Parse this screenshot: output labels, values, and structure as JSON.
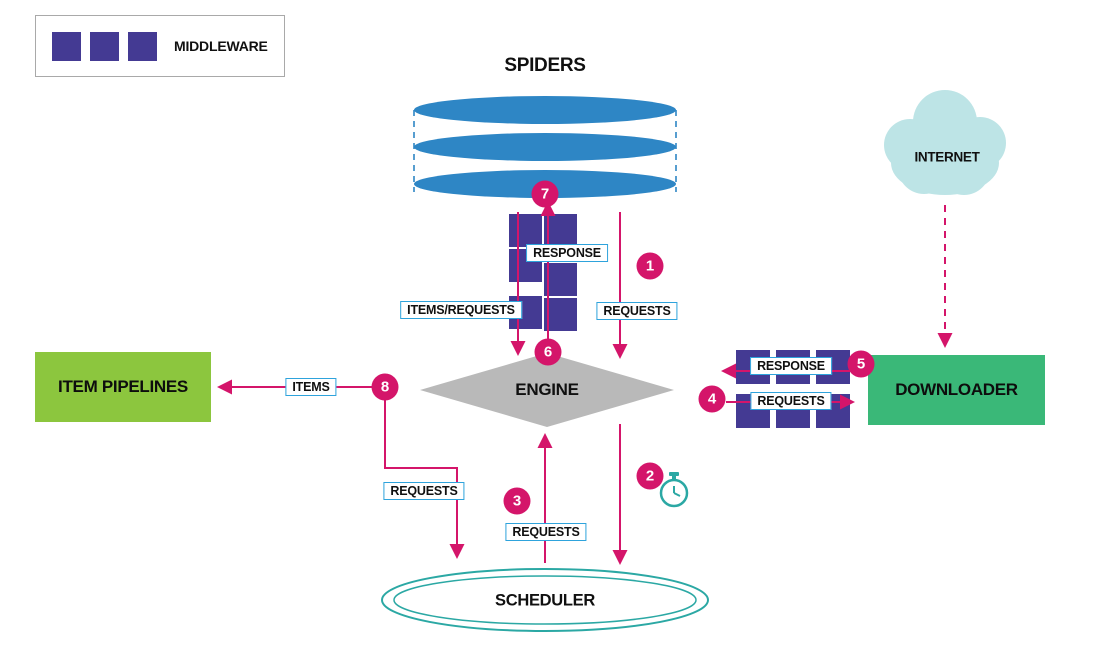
{
  "legend": {
    "label": "MIDDLEWARE"
  },
  "nodes": {
    "spiders": {
      "label": "SPIDERS"
    },
    "internet": {
      "label": "INTERNET"
    },
    "engine": {
      "label": "ENGINE"
    },
    "item_pipelines": {
      "label": "ITEM PIPELINES"
    },
    "downloader": {
      "label": "DOWNLOADER"
    },
    "scheduler": {
      "label": "SCHEDULER"
    }
  },
  "edge_labels": {
    "spider_response": "RESPONSE",
    "spider_items_requests": "ITEMS/REQUESTS",
    "spider_requests": "REQUESTS",
    "engine_items": "ITEMS",
    "downloader_response": "RESPONSE",
    "downloader_requests": "REQUESTS",
    "scheduler_requests_in": "REQUESTS",
    "scheduler_requests_out": "REQUESTS"
  },
  "steps": [
    {
      "number": "1"
    },
    {
      "number": "2"
    },
    {
      "number": "3"
    },
    {
      "number": "4"
    },
    {
      "number": "5"
    },
    {
      "number": "6"
    },
    {
      "number": "7"
    },
    {
      "number": "8"
    }
  ],
  "colors": {
    "accent_pink": "#D4156A",
    "middleware_purple": "#443A93",
    "spiders_blue": "#2E86C5",
    "label_border_blue": "#2EA3DC",
    "engine_gray": "#B9B9B9",
    "item_pipelines_green": "#8CC63E",
    "downloader_green": "#3AB878",
    "scheduler_teal": "#2BA8A4",
    "internet_cloud": "#BDE4E6"
  }
}
